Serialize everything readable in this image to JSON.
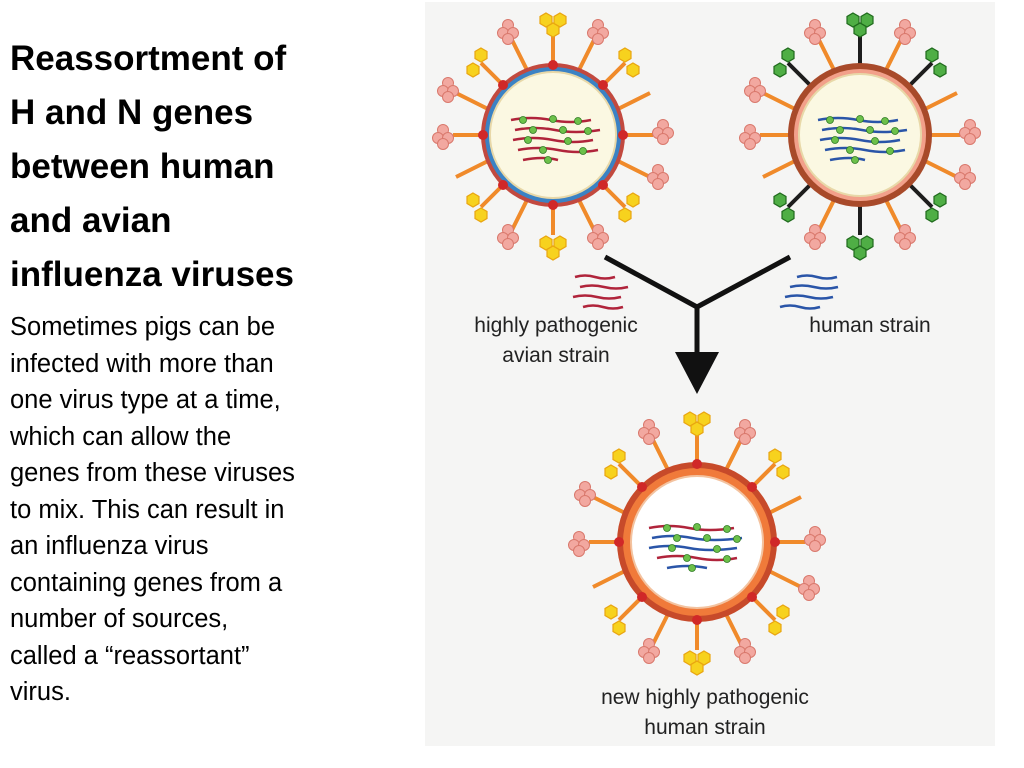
{
  "slide": {
    "title": "Reassortment of\nH and N genes\nbetween human\nand avian\ninfluenza viruses",
    "body": "Sometimes pigs can be\ninfected with more than\none virus type at a time,\nwhich can allow the\ngenes from these viruses\nto mix. This can result in\nan influenza virus\ncontaining genes from a\nnumber of sources,\ncalled a “reassortant”\nvirus."
  },
  "figure": {
    "labels": {
      "avian": "highly pathogenic\navian strain",
      "human": "human strain",
      "new": "new highly pathogenic\nhuman strain"
    },
    "colors": {
      "avian_envelope": "#3b82c4",
      "human_envelope": "#b5532e",
      "new_envelope": "#f07a3a",
      "hemagglutinin_yellow": "#f7d21e",
      "neuraminidase_pink": "#f2a8a0",
      "human_spike_green": "#3f9a3a",
      "rna_red": "#b0243b",
      "rna_blue": "#2a55a8",
      "arrow": "#111111"
    }
  }
}
